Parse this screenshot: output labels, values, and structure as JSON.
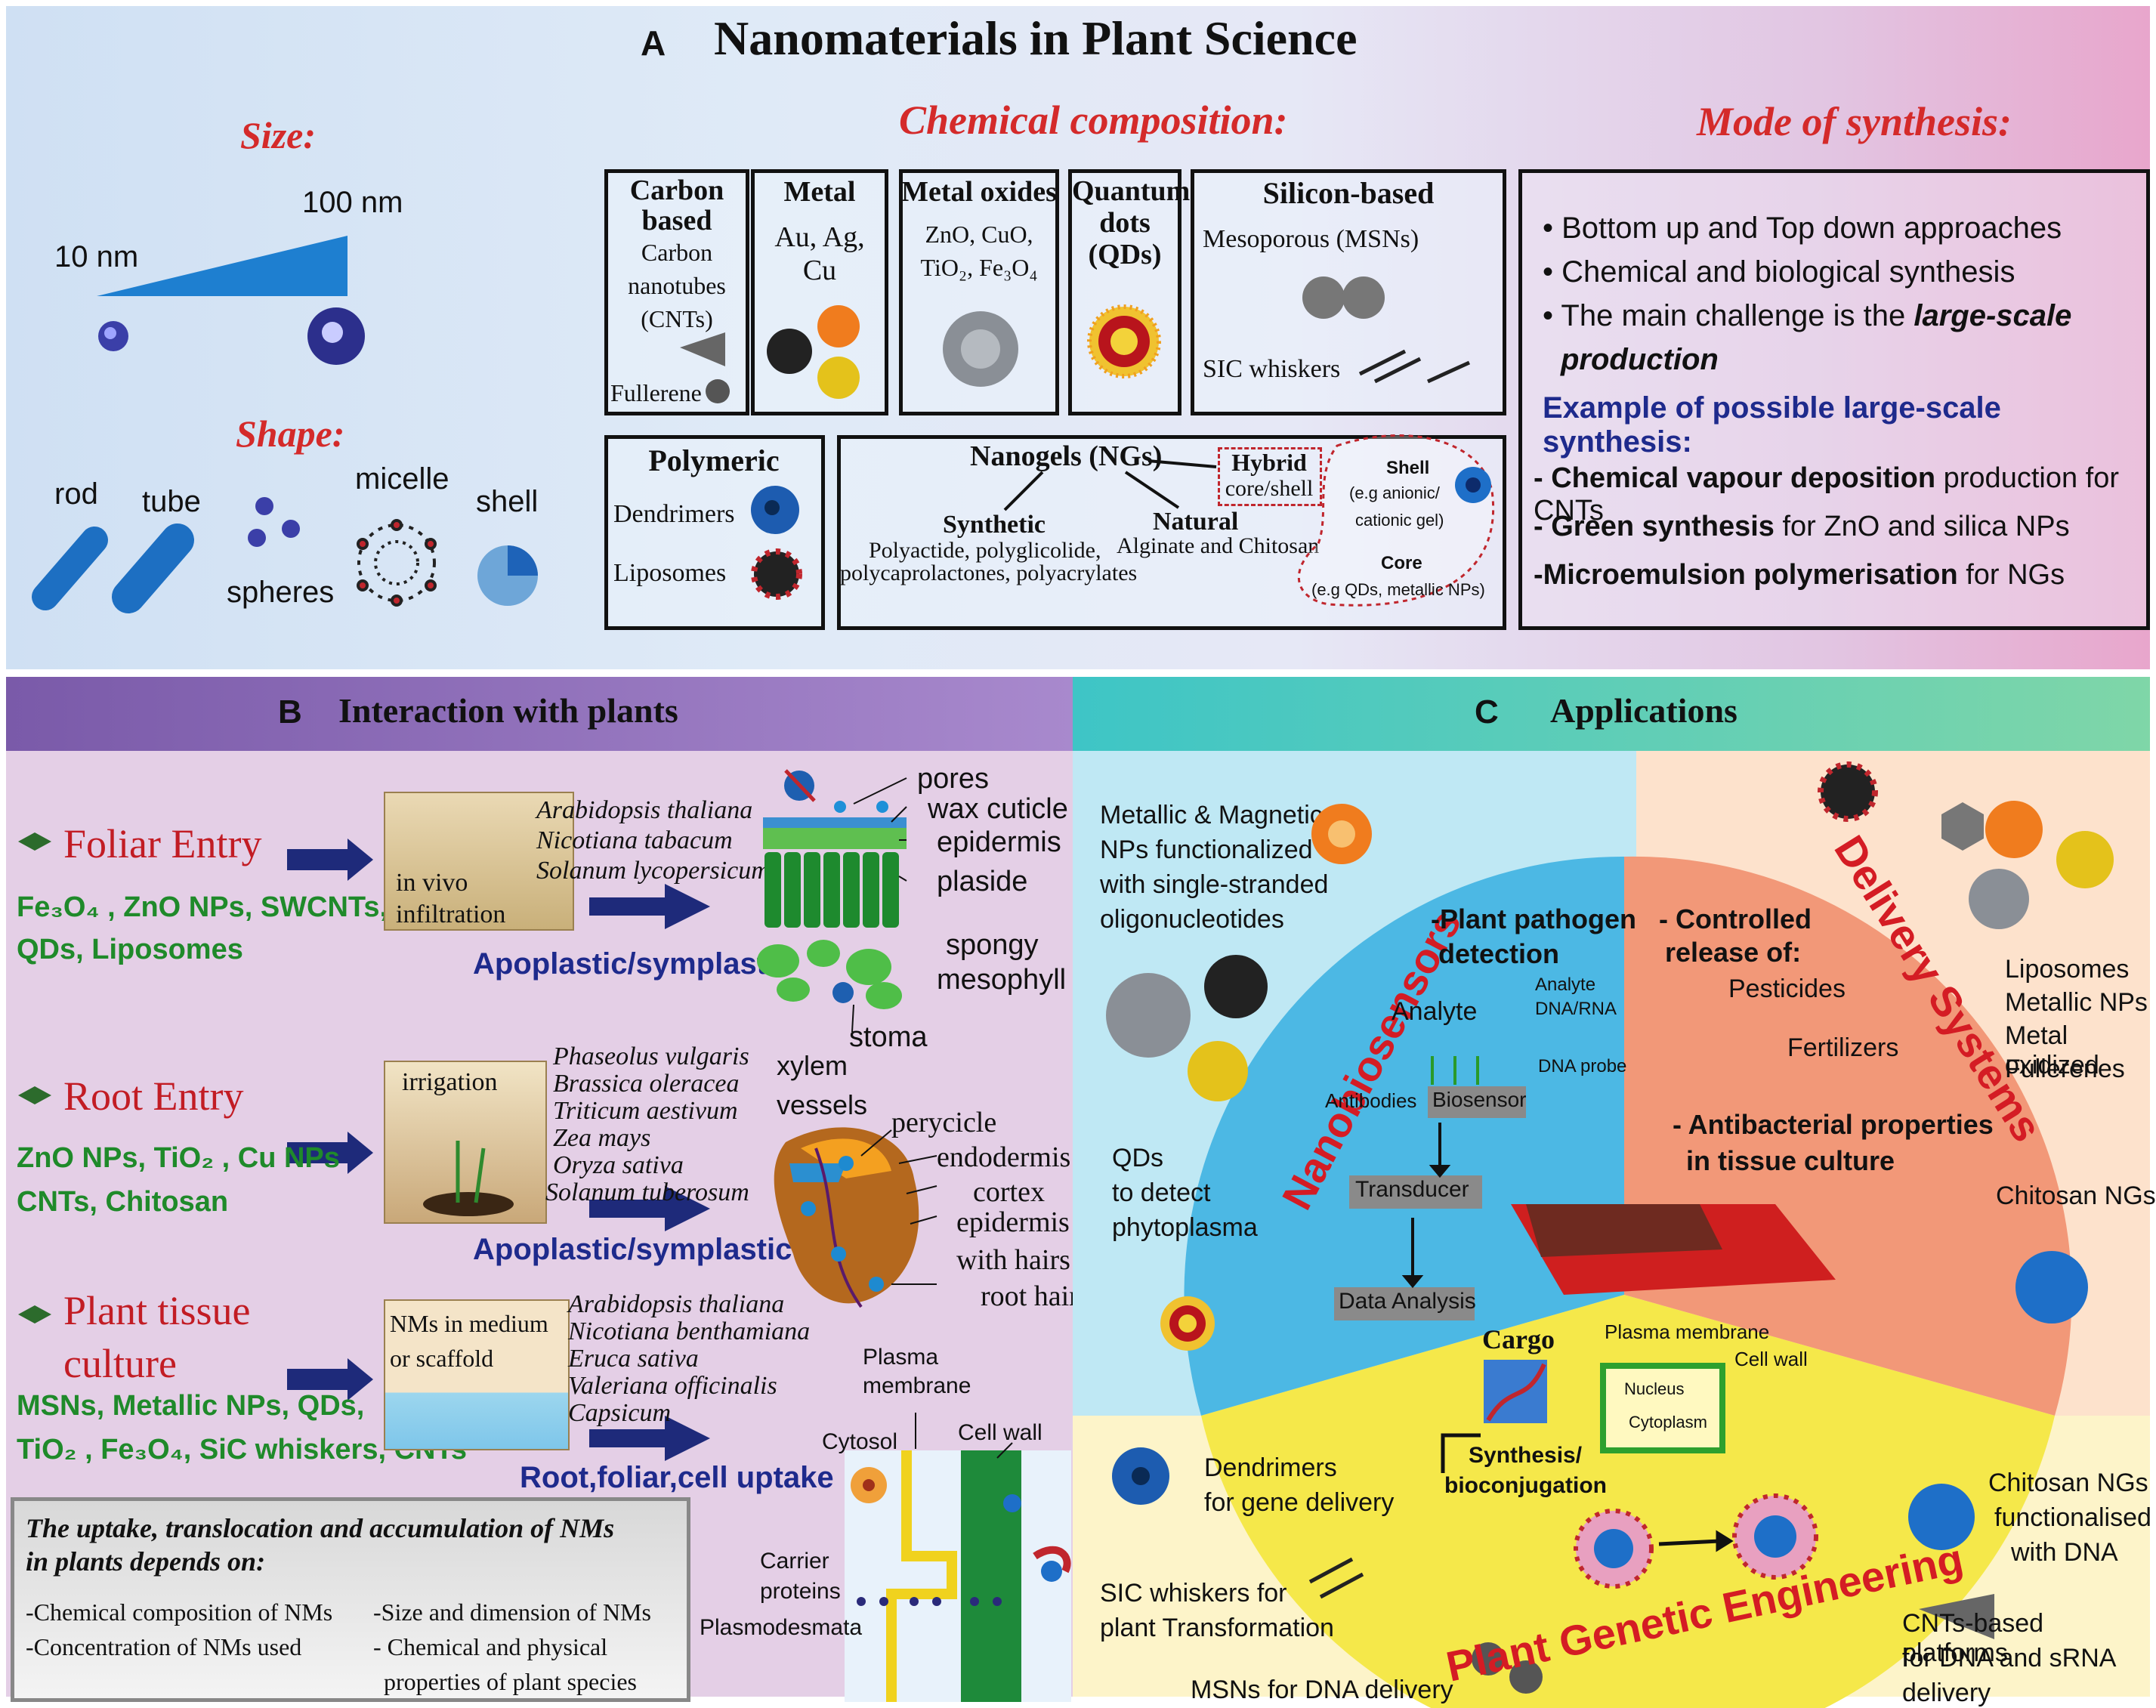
{
  "panelA": {
    "letter": "A",
    "title": "Nanomaterials in Plant Science",
    "size": {
      "heading": "Size:",
      "small": "10 nm",
      "large": "100 nm"
    },
    "shape": {
      "heading": "Shape:",
      "rod": "rod",
      "tube": "tube",
      "spheres": "spheres",
      "micelle": "micelle",
      "shell": "shell"
    },
    "chem": {
      "heading": "Chemical composition:",
      "carbon": {
        "title": "Carbon based",
        "line1": "Carbon",
        "line2": "nanotubes",
        "line3": "(CNTs)",
        "fullerene": "Fullerene"
      },
      "metal": {
        "title": "Metal",
        "line1": "Au, Ag,",
        "line2": "Cu"
      },
      "oxides": {
        "title": "Metal oxides",
        "line1": "ZnO, CuO,",
        "line2": "TiO₂, Fe₃O₄"
      },
      "qd": {
        "title": "Quantum dots (QDs)"
      },
      "silicon": {
        "title": "Silicon-based",
        "msn": "Mesoporous (MSNs)",
        "sic": "SIC whiskers"
      },
      "polymeric": {
        "title": "Polymeric",
        "dendrimers": "Dendrimers",
        "liposomes": "Liposomes"
      },
      "nanogels": {
        "title": "Nanogels (NGs)",
        "hybrid": "Hybrid",
        "coreshell": "core/shell",
        "synthetic": "Synthetic",
        "synthetic_desc1": "Polyactide, polyglicolide,",
        "synthetic_desc2": "polycaprolactones, polyacrylates",
        "natural": "Natural",
        "natural_desc": "Alginate and Chitosan",
        "shell": "Shell",
        "shell_desc1": "(e.g anionic/",
        "shell_desc2": "cationic gel)",
        "core": "Core",
        "core_desc": "(e.g QDs, metallic NPs)"
      }
    },
    "synth": {
      "heading": "Mode of synthesis:",
      "b1": "Bottom up and Top down approaches",
      "b2": "Chemical and biological synthesis",
      "b3a": "The main challenge is the ",
      "b3b": "large-scale",
      "b3c": "production",
      "example": "Example of possible large-scale synthesis:",
      "e1a": "- Chemical vapour deposition",
      "e1b": " production for CNTs",
      "e2a": "- Green synthesis",
      "e2b": "  for ZnO and  silica NPs",
      "e3a": "-Microemulsion polymerisation",
      "e3b": " for NGs"
    }
  },
  "panelB": {
    "letter": "B",
    "title": "Interaction with plants",
    "foliar": {
      "heading": "Foliar Entry",
      "nps1": "Fe₃O₄ , ZnO NPs, SWCNTs,",
      "nps2": "QDs, Liposomes",
      "box1": "in vivo",
      "box2": "infiltration",
      "species": [
        "Arabidopsis thaliana",
        "Nicotiana tabacum",
        "Solanum lycopersicum"
      ],
      "route": "Apoplastic/symplastic",
      "labels": [
        "pores",
        "wax cuticle",
        "epidermis",
        "plaside",
        "spongy",
        "mesophyll",
        "stoma"
      ]
    },
    "root": {
      "heading": "Root Entry",
      "nps1": "ZnO NPs, TiO₂ , Cu NPs",
      "nps2": "CNTs, Chitosan",
      "box": "irrigation",
      "species": [
        "Phaseolus vulgaris",
        "Brassica oleracea",
        "Triticum aestivum",
        "Zea mays",
        "Oryza sativa",
        "Solanum tuberosum"
      ],
      "route": "Apoplastic/symplastic",
      "labels": [
        "xylem",
        "vessels",
        "perycicle",
        "endodermis",
        "cortex",
        "epidermis",
        "with hairs",
        "root hair"
      ]
    },
    "tissue": {
      "heading1": "Plant tissue",
      "heading2": "culture",
      "nps1": "MSNs, Metallic NPs, QDs,",
      "nps2": "TiO₂ , Fe₃O₄, SiC whiskers, CNTs",
      "box1": "NMs in medium",
      "box2": "or scaffold",
      "species": [
        "Arabidopsis thaliana",
        "Nicotiana benthamiana",
        "Eruca sativa",
        "Valeriana officinalis",
        "Capsicum"
      ],
      "route": "Root,foliar,cell uptake",
      "labels": [
        "Plasma",
        "membrane",
        "Cytosol",
        "Cell wall",
        "Carrier",
        "proteins",
        "Plasmodesmata"
      ]
    },
    "note": {
      "title1": "The uptake, translocation and accumulation of NMs",
      "title2": "in plants depends on:",
      "c1": "-Chemical composition of NMs",
      "c2": "-Concentration of NMs used",
      "c3": "-Size and dimension of NMs",
      "c4": "- Chemical and physical",
      "c5": "properties of plant species"
    }
  },
  "panelC": {
    "letter": "C",
    "title": "Applications",
    "left": {
      "t1": "Metallic & Magnetic",
      "t2": "NPs functionalized",
      "t3": "with single-stranded",
      "t4": "oligonucleotides",
      "qd1": "QDs",
      "qd2": "to detect",
      "qd3": "phytoplasma",
      "dend1": "Dendrimers",
      "dend2": "for gene delivery",
      "sic1": "SIC whiskers for",
      "sic2": "plant Transformation",
      "msn": "MSNs for DNA delivery"
    },
    "right": {
      "r1": "Liposomes",
      "r2": "Metallic NPs",
      "r3": "Metal oxidized",
      "r4": "Fullerenes",
      "chit": "Chitosan NGs",
      "cd1": "Chitosan NGs",
      "cd2": "functionalised",
      "cd3": "with DNA",
      "cnt1": "CNTs-based platforms",
      "cnt2": "for DNA and sRNA",
      "cnt3": "delivery"
    },
    "nanobio": {
      "arc": "Nanobiosensors",
      "det1": "-Plant pathogen",
      "det2": "detection",
      "analyte": "Analyte",
      "analyte_dna1": "Analyte",
      "analyte_dna2": "DNA/RNA",
      "probe": "DNA probe",
      "antibodies": "Antibodies",
      "biosensor": "Biosensor",
      "transducer": "Transducer",
      "analysis": "Data Analysis"
    },
    "delivery": {
      "arc": "Delivery Systems",
      "cr1": "- Controlled",
      "cr2": "release of:",
      "pest": "Pesticides",
      "fert": "Fertilizers",
      "ab1": "- Antibacterial properties",
      "ab2": "in tissue culture"
    },
    "pge": {
      "arc": "Plant Genetic Engineering",
      "cargo": "Cargo",
      "synth1": "Synthesis/",
      "synth2": "bioconjugation",
      "pm": "Plasma membrane",
      "cw": "Cell wall",
      "nucleus": "Nucleus",
      "cyto": "Cytoplasm"
    }
  }
}
